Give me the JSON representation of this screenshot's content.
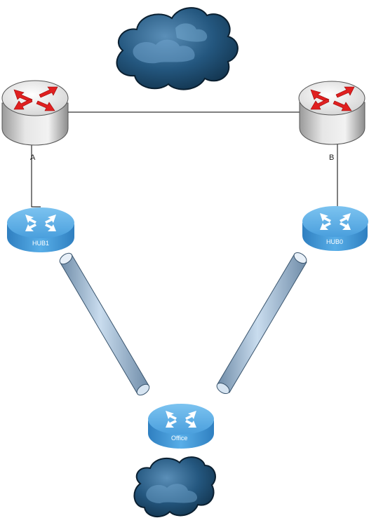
{
  "routers": [
    {
      "id": "router-a",
      "label": "A"
    },
    {
      "id": "router-b",
      "label": "B"
    }
  ],
  "hubs": [
    {
      "id": "hub1",
      "label": "HUB1"
    },
    {
      "id": "hub0",
      "label": "HUB0"
    },
    {
      "id": "office",
      "label": "Office"
    }
  ],
  "colors": {
    "router_body": "#d9d9d9",
    "router_arrow": "#e02020",
    "hub_body": "#4a9fdd",
    "cloud": "#1f4f73",
    "tube": "#a9c3dd",
    "line": "#000000"
  }
}
